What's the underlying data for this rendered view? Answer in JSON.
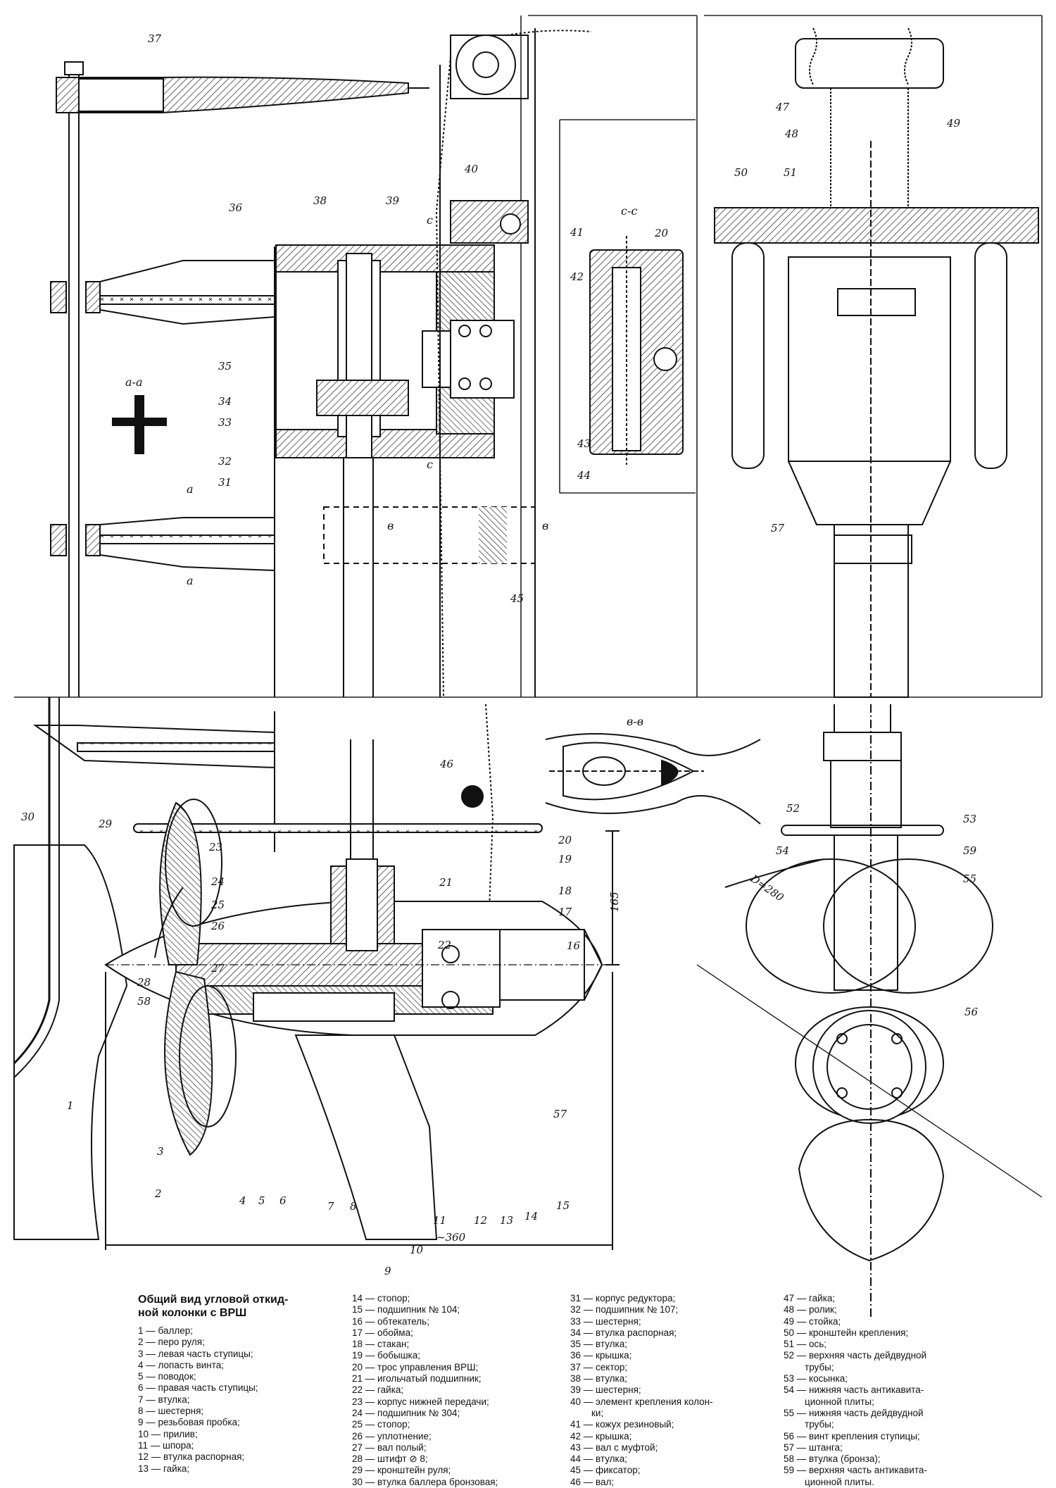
{
  "title": "Общий вид угловой откид-\nной колонки с ВРШ",
  "legend": {
    "col1": [
      "1 — баллер;",
      "2 — перо руля;",
      "3 — левая часть ступицы;",
      "4 — лопасть винта;",
      "5 — поводок;",
      "6 — правая часть ступицы;",
      "7 — втулка;",
      "8 — шестерня;",
      "9 — резьбовая пробка;",
      "10 — прилив;",
      "11 — шпора;",
      "12 — втулка распорная;",
      "13 — гайка;"
    ],
    "col2": [
      "14 — стопор;",
      "15 — подшипник № 104;",
      "16 — обтекатель;",
      "17 — обойма;",
      "18 — стакан;",
      "19 — бобышка;",
      "20 — трос управления ВРШ;",
      "21 — игольчатый подшипник;",
      "22 — гайка;",
      "23 — корпус нижней передачи;",
      "24 — подшипник № 304;",
      "25 — стопор;",
      "26 — уплотнение;",
      "27 — вал полый;",
      "28 — штифт ⊘ 8;",
      "29 — кронштейн руля;",
      "30 — втулка баллера бронзовая;"
    ],
    "col3": [
      "31 — корпус редуктора;",
      "32 — подшипник № 107;",
      "33 — шестерня;",
      "34 — втулка распорная;",
      "35 — втулка;",
      "36 — крышка;",
      "37 — сектор;",
      "38 — втулка;",
      "39 — шестерня;",
      "40 — элемент крепления колон-\n        ки;",
      "41 — кожух резиновый;",
      "42 — крышка;",
      "43 — вал с муфтой;",
      "44 — втулка;",
      "45 — фиксатор;",
      "46 — вал;"
    ],
    "col4": [
      "47 — гайка;",
      "48 — ролик;",
      "49 — стойка;",
      "50 — кронштейн крепления;",
      "51 — ось;",
      "52 — верхняя часть дейдвудной\n        трубы;",
      "53 — косынка;",
      "54 — нижняя часть антикавита-\n        ционной плиты;",
      "55 — нижняя часть дейдвудной\n        трубы;",
      "56 — винт крепления ступицы;",
      "57 — штанга;",
      "58 — втулка (бронза);",
      "59 — верхняя часть антикавита-\n        ционной плиты."
    ]
  },
  "sections": [
    "а-а",
    "с-с",
    "в-в",
    "в",
    "в",
    "с",
    "с",
    "а",
    "а"
  ],
  "dimensions": {
    "height": "165",
    "length": "~360",
    "diameter": "D=280"
  },
  "part_labels": {
    "upper": [
      "37",
      "36",
      "38",
      "39",
      "40",
      "41",
      "42",
      "35",
      "34",
      "33",
      "32",
      "31",
      "43",
      "44",
      "45",
      "20",
      "47",
      "48",
      "49",
      "50",
      "51",
      "57"
    ],
    "lower": [
      "30",
      "29",
      "46",
      "23",
      "24",
      "25",
      "26",
      "27",
      "28",
      "58",
      "1",
      "2",
      "3",
      "4",
      "5",
      "6",
      "7",
      "8",
      "9",
      "10",
      "11",
      "12",
      "13",
      "14",
      "15",
      "16",
      "17",
      "18",
      "19",
      "20",
      "21",
      "22",
      "57",
      "52",
      "53",
      "54",
      "59",
      "55",
      "56"
    ]
  }
}
